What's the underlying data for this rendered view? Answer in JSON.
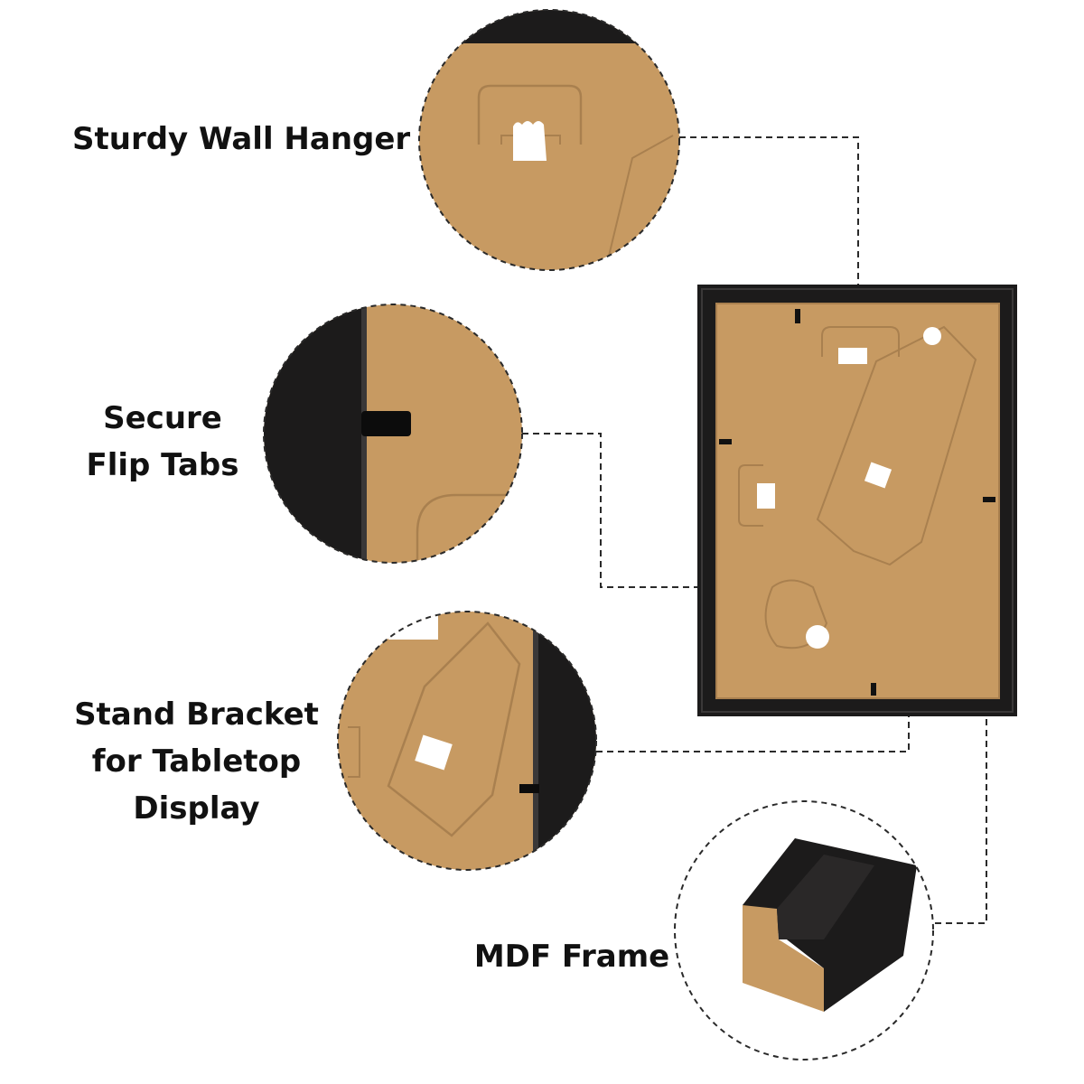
{
  "callouts": {
    "wall_hanger": {
      "lines": [
        "Sturdy Wall Hanger"
      ]
    },
    "flip_tabs": {
      "lines": [
        "Secure",
        "Flip Tabs"
      ]
    },
    "stand_bracket": {
      "lines": [
        "Stand Bracket",
        "for Tabletop",
        "Display"
      ]
    },
    "mdf_frame": {
      "lines": [
        "MDF Frame"
      ]
    }
  },
  "colors": {
    "kraft": "#c79a62",
    "kraft_line": "#a9804f",
    "frame": "#1c1b1b",
    "dashes": "#2a2a2a",
    "text": "#111111"
  },
  "icons": {
    "main": "photo-frame-back-view",
    "zoom_1": "wall-hanger-closeup",
    "zoom_2": "flip-tab-closeup",
    "zoom_3": "stand-bracket-closeup",
    "zoom_4": "mdf-frame-profile"
  }
}
